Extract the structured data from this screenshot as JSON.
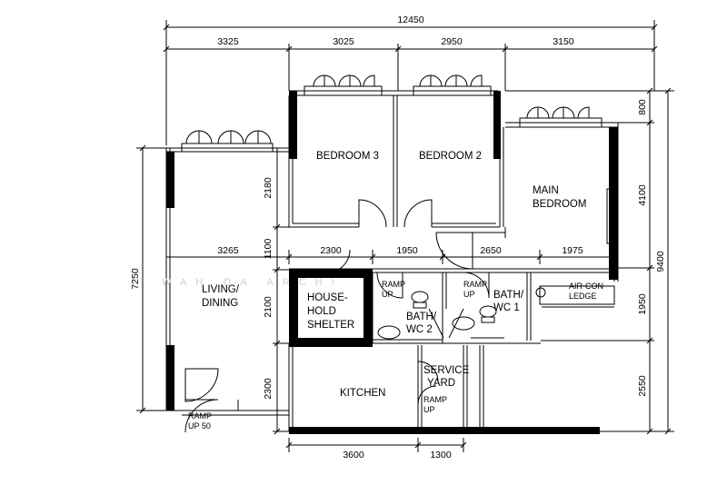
{
  "rooms": {
    "bedroom3": "BEDROOM 3",
    "bedroom2": "BEDROOM 2",
    "main_bedroom": [
      "MAIN",
      "BEDROOM"
    ],
    "living": [
      "LIVING/",
      "DINING"
    ],
    "shelter": [
      "HOUSE-",
      "HOLD",
      "SHELTER"
    ],
    "bath2": [
      "BATH/",
      "WC 2"
    ],
    "bath1": [
      "BATH/",
      "WC 1"
    ],
    "aircon": [
      "AIR-CON",
      "LEDGE"
    ],
    "kitchen": "KITCHEN",
    "service_yard": [
      "SERVICE",
      "YARD"
    ]
  },
  "ramps": {
    "ramp_up_50": [
      "RAMP",
      "UP 50"
    ],
    "ramp_up_bath2": [
      "RAMP",
      "UP"
    ],
    "ramp_up_bath1": [
      "RAMP",
      "UP"
    ],
    "ramp_up_yard": [
      "RAMP",
      "UP"
    ]
  },
  "dimensions": {
    "top_total": "12450",
    "top": [
      "3325",
      "3025",
      "2950",
      "3150"
    ],
    "mid": [
      "3265",
      "2300",
      "1950",
      "2650",
      "1975"
    ],
    "bottom": [
      "3600",
      "1300"
    ],
    "right_inner": [
      "800",
      "4100",
      "1950",
      "2550"
    ],
    "right_total": "9400",
    "left_total": "7250",
    "left_inner": [
      "2180",
      "1100",
      "2100",
      "2300"
    ]
  },
  "watermark": "WAH DA ARCHI"
}
